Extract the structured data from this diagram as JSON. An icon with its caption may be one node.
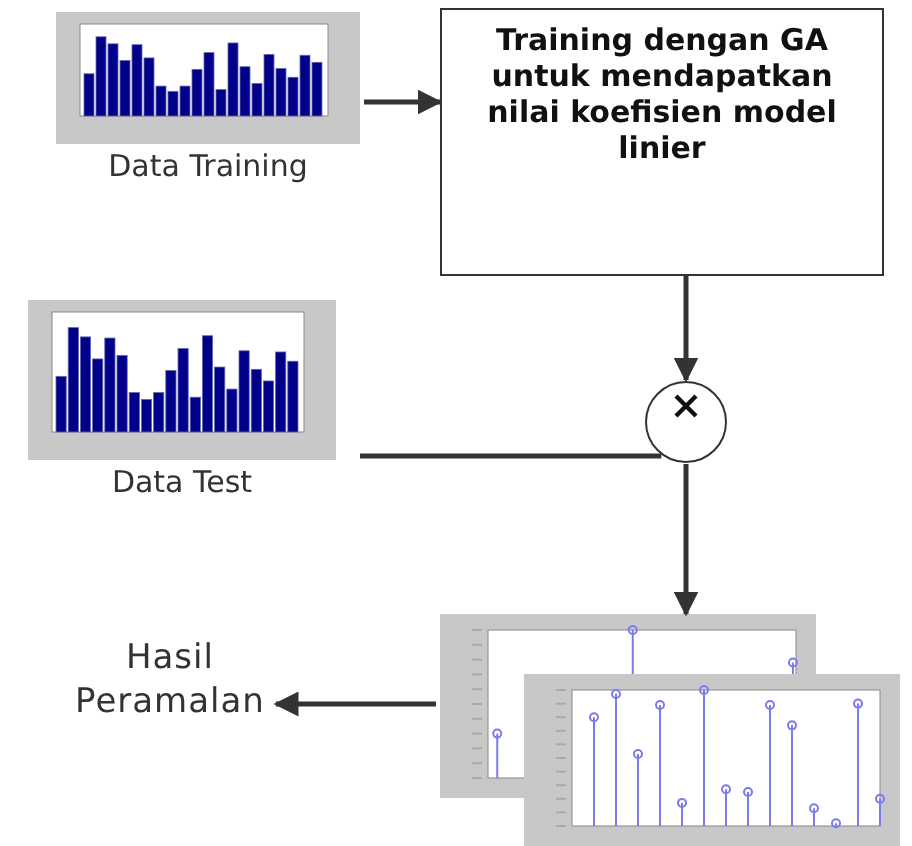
{
  "diagram": {
    "nodes": [
      {
        "text": [
          "Data Training"
        ]
      },
      {
        "text": [
          "Training dengan GA untuk mendapatkan nilai koefisien model linier"
        ]
      },
      {
        "text": [
          "Data Test"
        ]
      },
      {
        "text": [],
        "shape": "circle"
      },
      {
        "text": [],
        "shape": "picture"
      },
      {
        "text": [
          "Hasil Peramalan"
        ]
      }
    ],
    "edges": [
      {
        "from": 0,
        "to": 1,
        "arrow": "to"
      },
      {
        "from": 1,
        "to": 3,
        "arrow": "to"
      },
      {
        "from": 2,
        "to": 3,
        "arrow": "none"
      },
      {
        "from": 3,
        "to": 4,
        "arrow": "to"
      },
      {
        "from": 4,
        "to": 5,
        "arrow": "to"
      }
    ]
  }
}
